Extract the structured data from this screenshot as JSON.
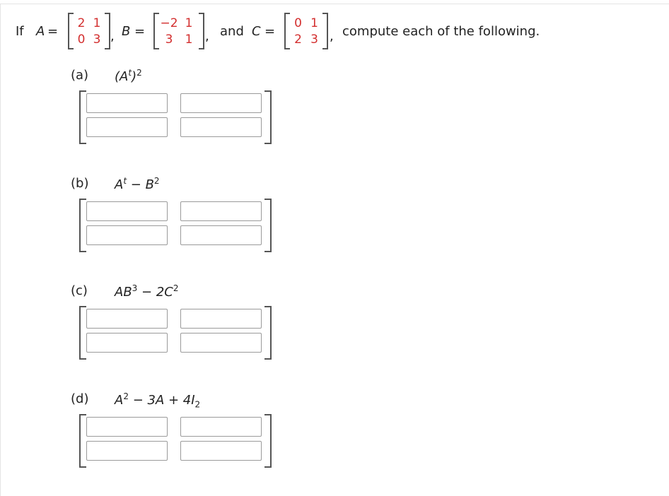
{
  "intro": {
    "if_text": "If",
    "A_name": "A",
    "equals": "=",
    "B_name": "B",
    "C_name": "C",
    "comma": ",",
    "and_text": "and",
    "tail_text": "compute each of the following.",
    "A": [
      [
        "2",
        "1"
      ],
      [
        "0",
        "3"
      ]
    ],
    "B": [
      [
        "−2",
        "1"
      ],
      [
        "3",
        "1"
      ]
    ],
    "C": [
      [
        "0",
        "1"
      ],
      [
        "2",
        "3"
      ]
    ]
  },
  "parts": [
    {
      "label": "(a)",
      "expr": "(A<sup class=\"sup-it\">t</sup>)<sup>2</sup>"
    },
    {
      "label": "(b)",
      "expr": "A<sup class=\"sup-it\">t</sup> − B<sup>2</sup>"
    },
    {
      "label": "(c)",
      "expr": "AB<sup>3</sup> − 2C<sup>2</sup>"
    },
    {
      "label": "(d)",
      "expr": "A<sup>2</sup> − 3A + 4I<sub>2</sub>"
    }
  ]
}
